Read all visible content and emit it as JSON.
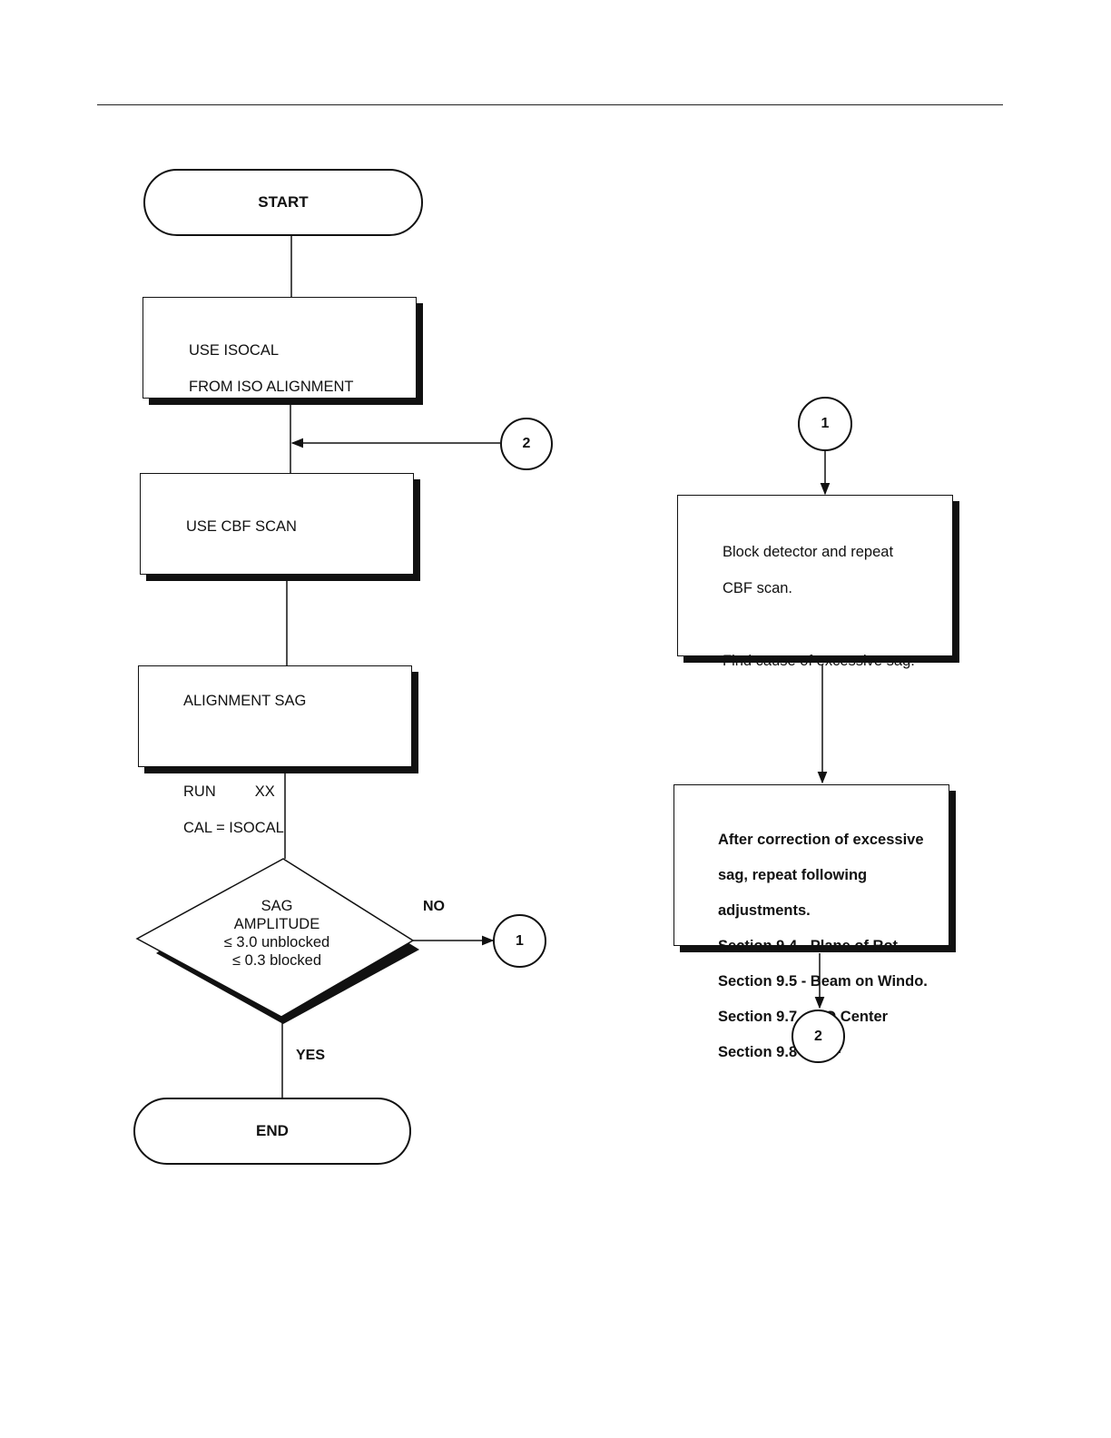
{
  "flowchart": {
    "start": "START",
    "end": "END",
    "step_isocal": [
      "USE ISOCAL",
      "FROM ISO ALIGNMENT"
    ],
    "step_cbf_scan": "USE CBF SCAN",
    "step_alignment": {
      "title": "ALIGNMENT SAG",
      "run_label": "RUN",
      "run_value": "XX",
      "cal_line": "CAL = ISOCAL"
    },
    "decision": {
      "line1": "SAG",
      "line2": "AMPLITUDE",
      "line3": "≤ 3.0 unblocked",
      "line4": "≤ 0.3 blocked"
    },
    "branch_no": "NO",
    "branch_yes": "YES",
    "connector_1": "1",
    "connector_2": "2",
    "step_block_detector": [
      "Block detector and repeat",
      "CBF scan.",
      "",
      "Find cause of excessive sag."
    ],
    "step_after_correction": [
      "After correction of excessive",
      "sag, repeat following",
      "adjustments.",
      "Section 9.4 - Plane of Rot.",
      "Section 9.5 - Beam on Windo.",
      "Section 9.7 - ISO Center",
      "Section 9.8 - CBF"
    ]
  }
}
